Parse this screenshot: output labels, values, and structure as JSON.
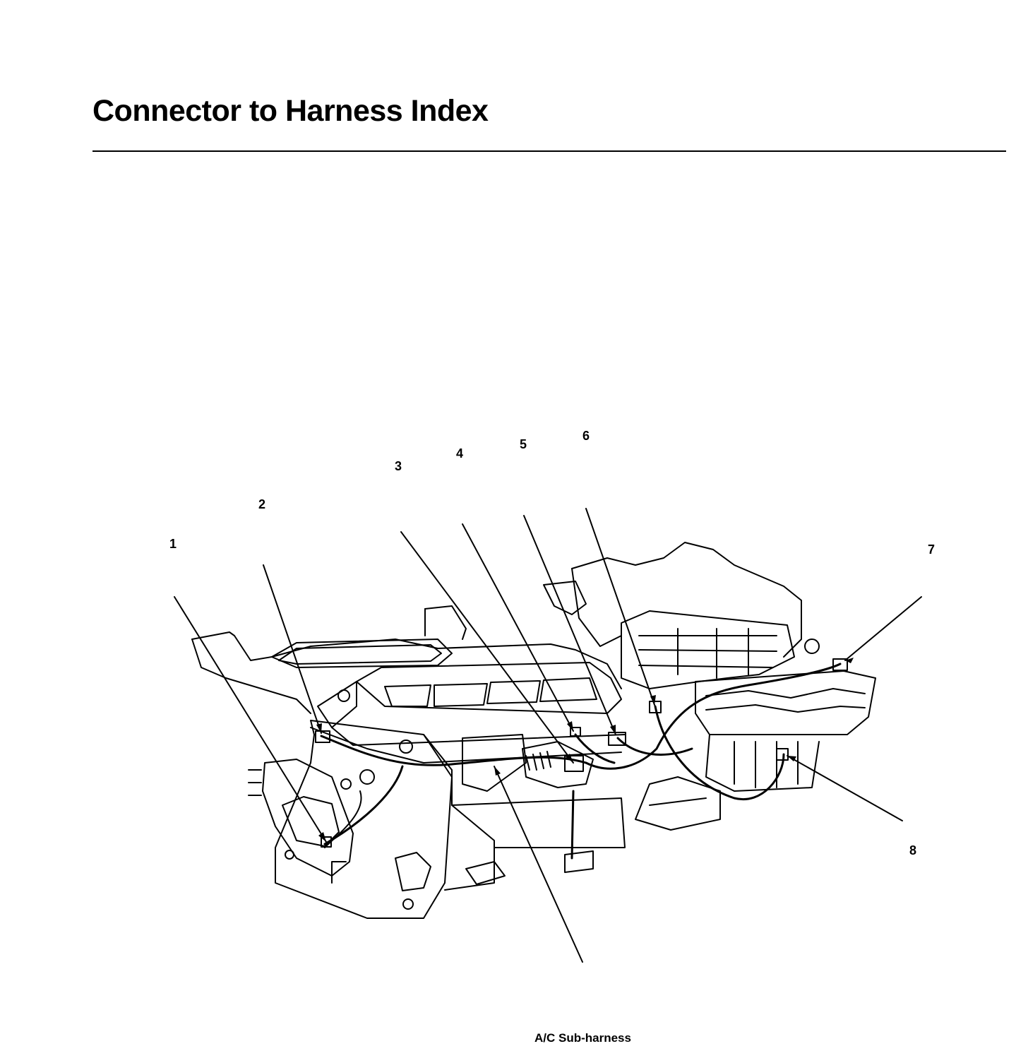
{
  "page": {
    "title": "Connector to Harness Index",
    "caption": "A/C Sub-harness"
  },
  "callouts": [
    {
      "id": "1",
      "label": "1"
    },
    {
      "id": "2",
      "label": "2"
    },
    {
      "id": "3",
      "label": "3"
    },
    {
      "id": "4",
      "label": "4"
    },
    {
      "id": "5",
      "label": "5"
    },
    {
      "id": "6",
      "label": "6"
    },
    {
      "id": "7",
      "label": "7"
    },
    {
      "id": "8",
      "label": "8"
    }
  ],
  "colors": {
    "ink": "#000000",
    "paper": "#ffffff"
  }
}
